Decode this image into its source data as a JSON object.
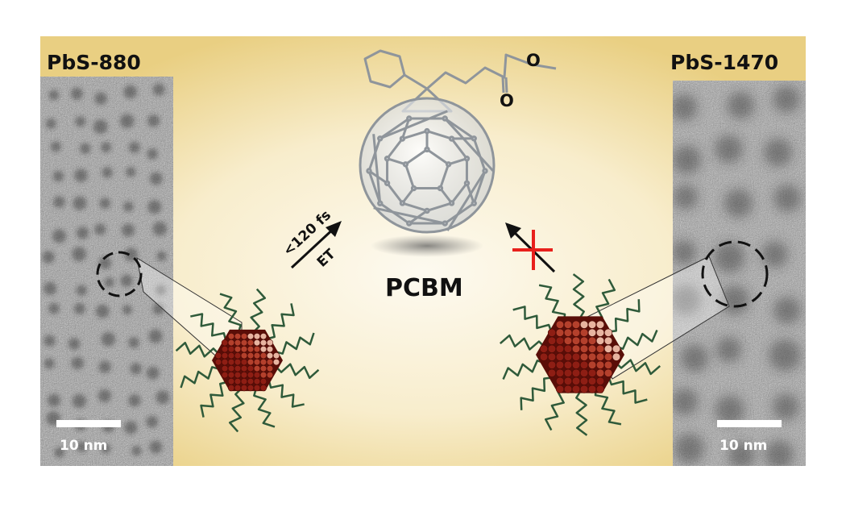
{
  "labels": {
    "left_sample": "PbS-880",
    "right_sample": "PbS-1470",
    "molecule": "PCBM",
    "transfer_time": "<120 fs",
    "transfer_type": "ET",
    "oxygen_1": "O",
    "oxygen_2": "O",
    "scale_left": "10 nm",
    "scale_right": "10 nm"
  },
  "colors": {
    "background_center": "#fcf8ea",
    "background_edge": "#ecd38a",
    "nanocrystal": "#8e1e14",
    "ligand": "#2f5a3a",
    "blocked_cross": "#e8201c",
    "fullerene": "#8f959b"
  }
}
